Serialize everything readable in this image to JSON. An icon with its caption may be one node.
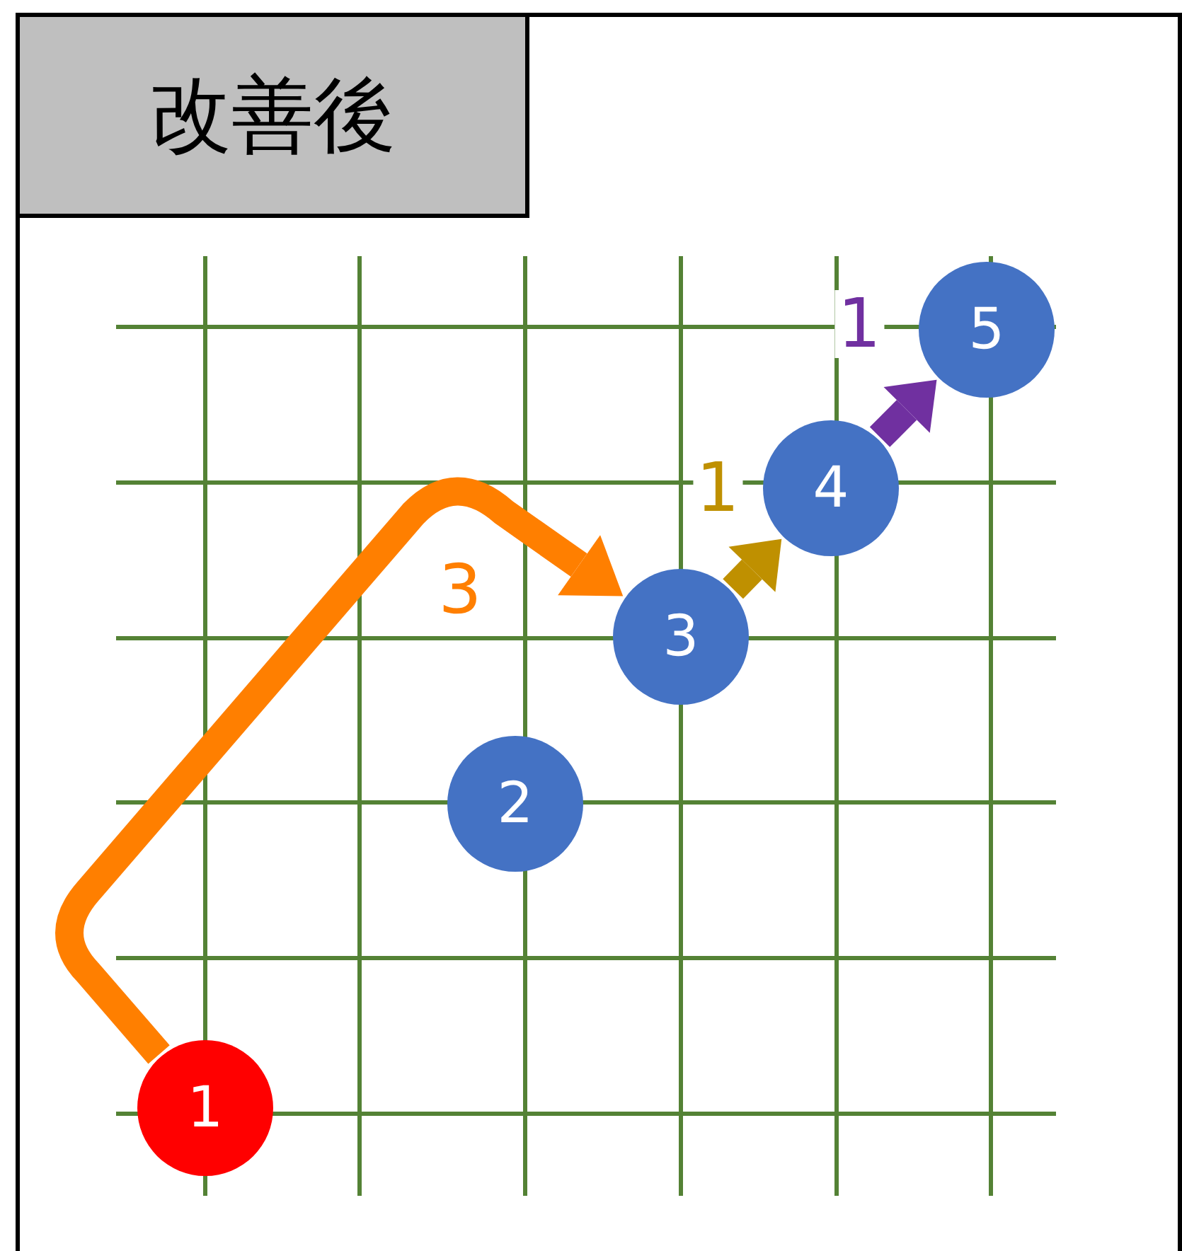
{
  "diagram": {
    "title": "改善後",
    "nodes": [
      {
        "text": [
          "1"
        ]
      },
      {
        "text": [
          "2"
        ]
      },
      {
        "text": [
          "3"
        ]
      },
      {
        "text": [
          "4"
        ]
      },
      {
        "text": [
          "5"
        ]
      }
    ],
    "edges": [
      {
        "from": 0,
        "to": 2,
        "arrow": "to",
        "label": "3",
        "color": "#ff7f00"
      },
      {
        "from": 2,
        "to": 3,
        "arrow": "to",
        "label": "1",
        "color": "#bf9000"
      },
      {
        "from": 3,
        "to": 4,
        "arrow": "to",
        "label": "1",
        "color": "#7030a0"
      }
    ]
  }
}
